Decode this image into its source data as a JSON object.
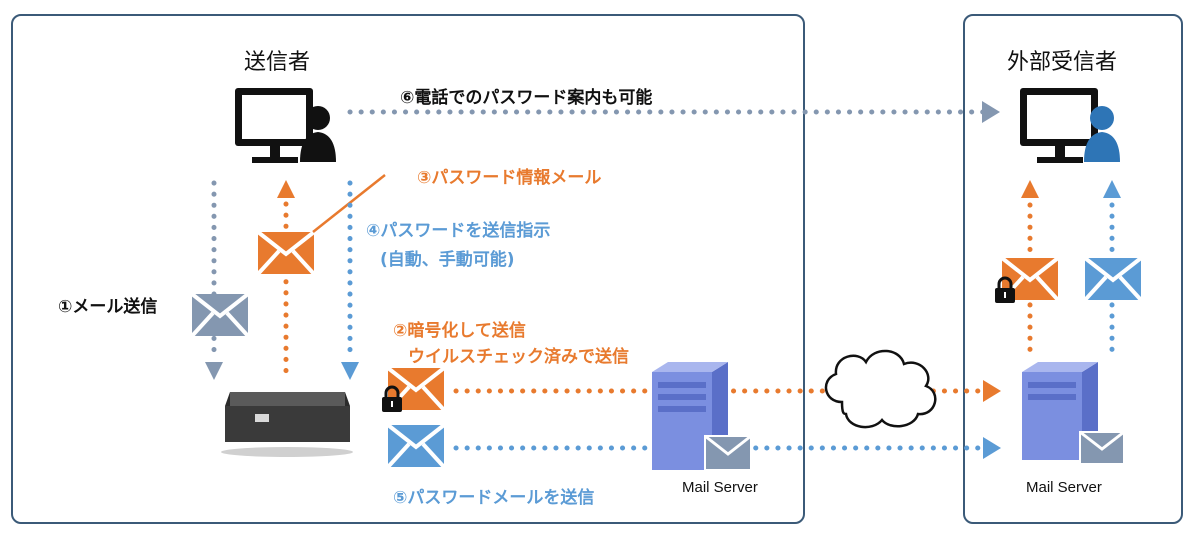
{
  "sender": {
    "title": "送信者"
  },
  "receiver": {
    "title": "外部受信者"
  },
  "labels": {
    "step1": "①メール送信",
    "step2_line1": "②暗号化して送信",
    "step2_line2": "ウイルスチェック済みで送信",
    "step3": "③パスワード情報メール",
    "step4_line1": "④パスワードを送信指示",
    "step4_line2": "(自動、手動可能)",
    "step5": "⑤パスワードメールを送信",
    "step6": "⑥電話でのパスワード案内も可能"
  },
  "servers": {
    "internal_label": "Mail Server",
    "external_label": "Mail Server"
  },
  "colors": {
    "border": "#3b5a78",
    "orange": "#e87a2e",
    "blue": "#5b9bd5",
    "gray": "#8497b0",
    "server": "#7b8fe0"
  },
  "icons": {
    "sender_pc": "computer-user-icon",
    "receiver_pc": "computer-user-icon",
    "appliance": "appliance-box-icon",
    "internet": "cloud-icon",
    "lock": "lock-icon",
    "envelope": "envelope-icon"
  }
}
